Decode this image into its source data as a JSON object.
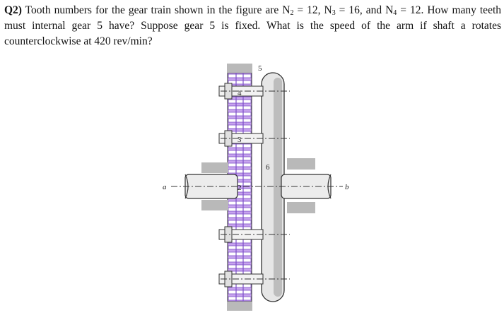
{
  "question": {
    "number": "Q2)",
    "parts": [
      " Tooth numbers for the gear train shown in the figure are N",
      "2",
      " = 12, N",
      "3",
      " = 16, and N",
      "4",
      " = 12. How many teeth must internal gear 5 have? Suppose gear 5 is fixed. What is the speed of the arm if shaft a rotates counterclockwise at 420 rev/min?"
    ]
  },
  "figure": {
    "labels": {
      "gear_2": "2",
      "gear_3": "3",
      "gear_4": "4",
      "gear_5": "5",
      "arm_6": "6",
      "shaft_a": "a",
      "shaft_b": "b"
    },
    "colors": {
      "gear_tooth_fill": "#c7a3ee",
      "gear_tooth_dark": "#7d4fc8",
      "bearing_gray": "#b9b9b9",
      "shaft_light": "#e6e6e6",
      "outline": "#333333"
    }
  }
}
